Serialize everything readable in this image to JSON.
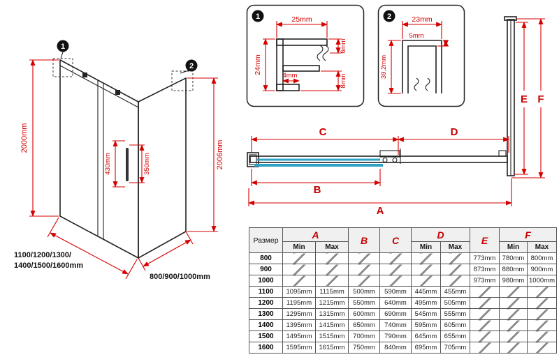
{
  "colors": {
    "dimension_red": "#d40000",
    "glass_teal": "#2fa3c4",
    "line_black": "#222222"
  },
  "iso_view": {
    "marker1": "1",
    "marker2": "2",
    "height_left": "2000mm",
    "height_right": "2006mm",
    "handle_height": "430mm",
    "handle_spacing": "350mm",
    "width_label_line1": "1100/1200/1300/",
    "width_label_line2": "1400/1500/1600mm",
    "depth_label": "800/900/1000mm"
  },
  "detail1": {
    "marker": "1",
    "dim_top": "25mm",
    "dim_left": "24mm",
    "dim_inner": "4mm",
    "dim_right_top": "6mm",
    "dim_right_bottom": "8mm"
  },
  "detail2": {
    "marker": "2",
    "dim_top": "23mm",
    "dim_thickness": "5mm",
    "dim_left": "39.2mm"
  },
  "top_view": {
    "dim_a": "A",
    "dim_b": "B",
    "dim_c": "C",
    "dim_d": "D",
    "dim_e": "E",
    "dim_f": "F"
  },
  "table": {
    "size_header": "Размер",
    "min_label": "Min",
    "max_label": "Max",
    "columns": {
      "a": "A",
      "b": "B",
      "c": "C",
      "d": "D",
      "e": "E",
      "f": "F"
    },
    "rows": [
      {
        "size": "800",
        "a_min": "",
        "a_max": "",
        "b": "",
        "c": "",
        "d_min": "",
        "d_max": "",
        "e": "773mm",
        "f_min": "780mm",
        "f_max": "800mm"
      },
      {
        "size": "900",
        "a_min": "",
        "a_max": "",
        "b": "",
        "c": "",
        "d_min": "",
        "d_max": "",
        "e": "873mm",
        "f_min": "880mm",
        "f_max": "900mm"
      },
      {
        "size": "1000",
        "a_min": "",
        "a_max": "",
        "b": "",
        "c": "",
        "d_min": "",
        "d_max": "",
        "e": "973mm",
        "f_min": "980mm",
        "f_max": "1000mm"
      },
      {
        "size": "1100",
        "a_min": "1095mm",
        "a_max": "1115mm",
        "b": "500mm",
        "c": "590mm",
        "d_min": "445mm",
        "d_max": "455mm",
        "e": "",
        "f_min": "",
        "f_max": ""
      },
      {
        "size": "1200",
        "a_min": "1195mm",
        "a_max": "1215mm",
        "b": "550mm",
        "c": "640mm",
        "d_min": "495mm",
        "d_max": "505mm",
        "e": "",
        "f_min": "",
        "f_max": ""
      },
      {
        "size": "1300",
        "a_min": "1295mm",
        "a_max": "1315mm",
        "b": "600mm",
        "c": "690mm",
        "d_min": "545mm",
        "d_max": "555mm",
        "e": "",
        "f_min": "",
        "f_max": ""
      },
      {
        "size": "1400",
        "a_min": "1395mm",
        "a_max": "1415mm",
        "b": "650mm",
        "c": "740mm",
        "d_min": "595mm",
        "d_max": "605mm",
        "e": "",
        "f_min": "",
        "f_max": ""
      },
      {
        "size": "1500",
        "a_min": "1495mm",
        "a_max": "1515mm",
        "b": "700mm",
        "c": "790mm",
        "d_min": "645mm",
        "d_max": "655mm",
        "e": "",
        "f_min": "",
        "f_max": ""
      },
      {
        "size": "1600",
        "a_min": "1595mm",
        "a_max": "1615mm",
        "b": "750mm",
        "c": "840mm",
        "d_min": "695mm",
        "d_max": "705mm",
        "e": "",
        "f_min": "",
        "f_max": ""
      }
    ]
  }
}
